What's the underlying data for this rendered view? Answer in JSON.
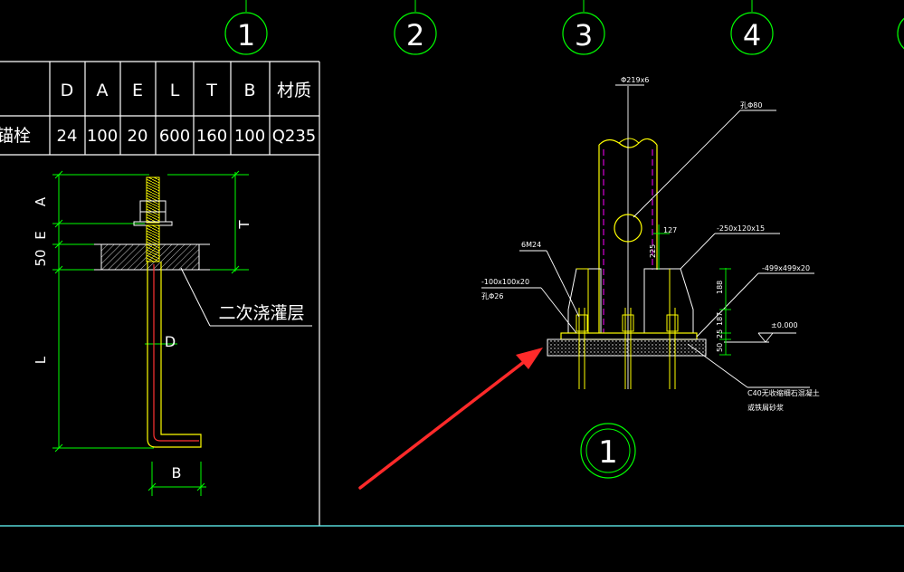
{
  "grid_bubbles": [
    "1",
    "2",
    "3",
    "4"
  ],
  "table": {
    "headers": [
      "D",
      "A",
      "E",
      "L",
      "T",
      "B",
      "材质"
    ],
    "row_label": "锚栓",
    "row_values": [
      "24",
      "100",
      "20",
      "600",
      "160",
      "100",
      "Q235"
    ]
  },
  "anchor_detail": {
    "dim_A": "A",
    "dim_E": "E",
    "dim_50": "50",
    "dim_L": "L",
    "dim_T": "T",
    "dim_D": "D",
    "dim_B": "B",
    "grout_label": "二次浇灌层"
  },
  "column_detail": {
    "pipe": "Φ219x6",
    "hole": "孔Φ80",
    "stiffener": "-250x120x15",
    "base_plate": "-499x499x20",
    "bolt": "6M24",
    "washer": "-100x100x20",
    "washer_hole": "孔Φ26",
    "elevation": "±0.000",
    "grout_line1": "C40无收缩细石混凝土",
    "grout_line2": "或铁屑砂浆",
    "dim_127": "127",
    "dim_225": "225",
    "dim_188": "188",
    "dim_187": "187",
    "dim_25": "25",
    "dim_50": "50",
    "detail_no": "1"
  },
  "colors": {
    "background": "#000000",
    "frame": "#ffffff",
    "dimension": "#00ff00",
    "steel": "#ffff00",
    "bolt_rebar": "#ff3333",
    "pipe_center": "#ff00ff",
    "arrow": "#ff2a2a",
    "bottom_line": "#66ffff"
  }
}
